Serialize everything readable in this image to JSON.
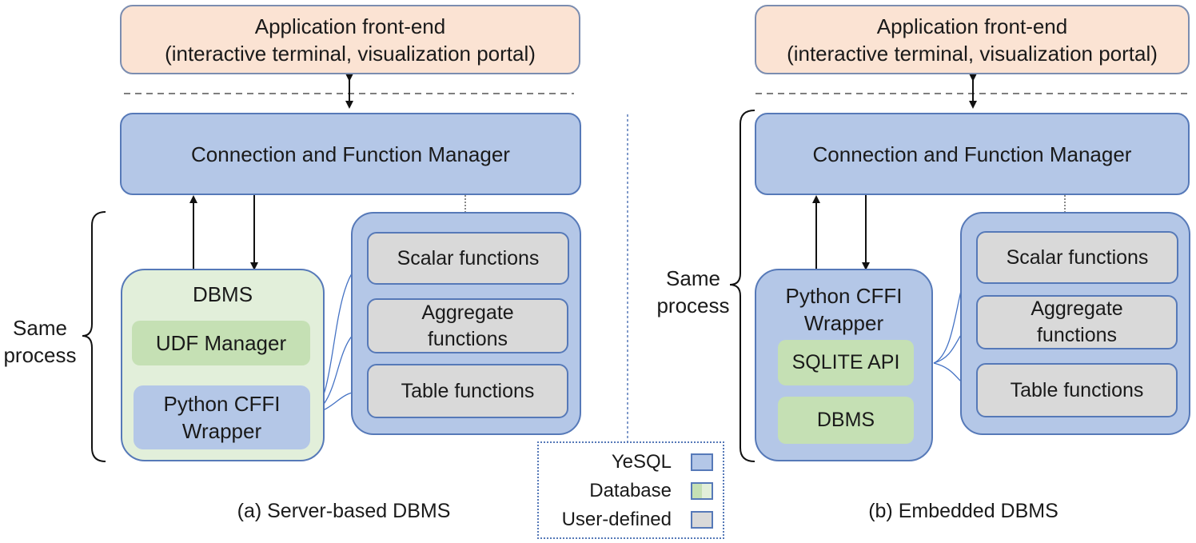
{
  "left": {
    "frontend": {
      "line1": "Application front-end",
      "line2": "(interactive terminal, visualization portal)"
    },
    "manager": "Connection and Function Manager",
    "same_process": {
      "line1": "Same",
      "line2": "process"
    },
    "dbms": {
      "title": "DBMS",
      "udf_manager": "UDF Manager",
      "wrapper_line1": "Python CFFI",
      "wrapper_line2": "Wrapper"
    },
    "functions": [
      {
        "line1": "Scalar functions",
        "line2": ""
      },
      {
        "line1": "Aggregate",
        "line2": "functions"
      },
      {
        "line1": "Table functions",
        "line2": ""
      }
    ],
    "caption": "(a) Server-based DBMS"
  },
  "right": {
    "frontend": {
      "line1": "Application front-end",
      "line2": "(interactive terminal, visualization portal)"
    },
    "manager": "Connection and Function Manager",
    "same_process": {
      "line1": "Same",
      "line2": "process"
    },
    "wrapper": {
      "title_line1": "Python CFFI",
      "title_line2": "Wrapper",
      "sqlite_api": "SQLITE API",
      "dbms": "DBMS"
    },
    "functions": [
      {
        "line1": "Scalar functions",
        "line2": ""
      },
      {
        "line1": "Aggregate",
        "line2": "functions"
      },
      {
        "line1": "Table functions",
        "line2": ""
      }
    ],
    "caption": "(b) Embedded DBMS"
  },
  "legend": [
    {
      "label": "YeSQL",
      "color": "#b4c7e7"
    },
    {
      "label": "Database",
      "color": "#c5e0b4"
    },
    {
      "label": "User-defined",
      "color": "#d9d9d9"
    }
  ]
}
